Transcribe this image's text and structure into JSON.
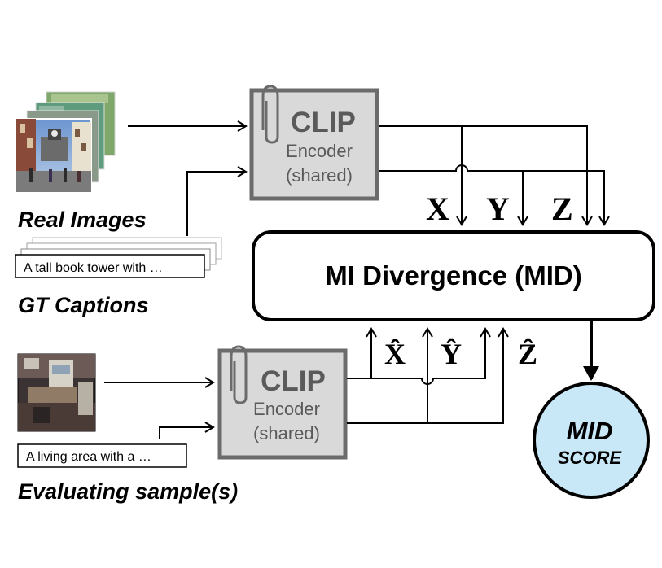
{
  "labels": {
    "real_images": "Real Images",
    "gt_captions": "GT Captions",
    "evaluating_samples": "Evaluating sample(s)"
  },
  "captions": {
    "gt_caption": "A tall book tower with …",
    "eval_caption": "A living area with a …"
  },
  "encoder_top": {
    "title": "CLIP",
    "line1": "Encoder",
    "line2": "(shared)"
  },
  "encoder_bottom": {
    "title": "CLIP",
    "line1": "Encoder",
    "line2": "(shared)"
  },
  "mid_box": {
    "label": "MI Divergence (MID)"
  },
  "variables_top": {
    "x": "X",
    "y": "Y",
    "z": "Z"
  },
  "variables_bottom": {
    "x": "X̂",
    "y": "Ŷ",
    "z": "Ẑ"
  },
  "score": {
    "line1": "MID",
    "line2": "SCORE"
  },
  "colors": {
    "encoder_fill": "#d9d9d9",
    "encoder_border": "#6b6b6b",
    "encoder_text": "#5a5a5a",
    "score_fill": "#c9e8f7",
    "line": "#000000"
  }
}
